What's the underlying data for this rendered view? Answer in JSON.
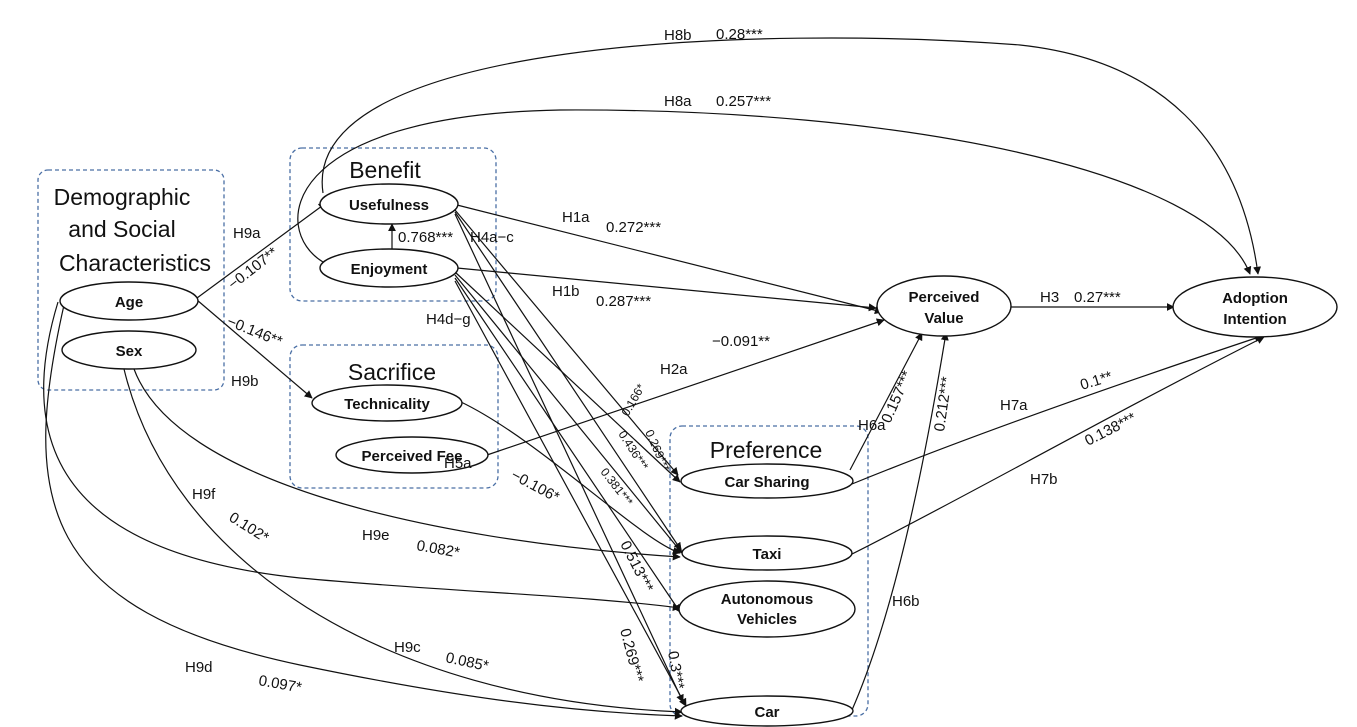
{
  "groups": {
    "benefit": "Benefit",
    "demographic_1": "Demographic",
    "demographic_2": "and Social",
    "demographic_3": "Characteristics",
    "sacrifice": "Sacrifice",
    "preference": "Preference"
  },
  "nodes": {
    "usefulness": "Usefulness",
    "enjoyment": "Enjoyment",
    "age": "Age",
    "sex": "Sex",
    "technicality": "Technicality",
    "perceived_fee": "Perceived Fee",
    "perceived_value_1": "Perceived",
    "perceived_value_2": "Value",
    "adoption_intention_1": "Adoption",
    "adoption_intention_2": "Intention",
    "car_sharing": "Car Sharing",
    "taxi": "Taxi",
    "autonomous_vehicles_1": "Autonomous",
    "autonomous_vehicles_2": "Vehicles",
    "car": "Car"
  },
  "paths": {
    "h8b": "H8b",
    "h8b_coef": "0.28***",
    "h8a": "H8a",
    "h8a_coef": "0.257***",
    "h1a": "H1a",
    "h1a_coef": "0.272***",
    "h1b": "H1b",
    "h1b_coef": "0.287***",
    "h2a": "H2a",
    "h2a_coef": "−0.091**",
    "h3": "H3",
    "h3_coef": "0.27***",
    "h4ac": "H4a−c",
    "h4dg": "H4d−g",
    "enj_use_coef": "0.768***",
    "h9a": "H9a",
    "h9a_coef": "−0.107**",
    "h9b": "H9b",
    "h9b_coef": "−0.146**",
    "h5a": "H5a",
    "h5a_coef": "−0.106*",
    "h6a": "H6a",
    "h6a_coef": "0.157***",
    "h6b": "H6b",
    "h6b_coef": "0.212***",
    "h7a": "H7a",
    "h7a_coef": "0.1**",
    "h7b": "H7b",
    "h7b_coef": "0.138***",
    "h9f": "H9f",
    "h9f_coef": "0.102*",
    "h9e": "H9e",
    "h9e_coef": "0.082*",
    "h9c": "H9c",
    "h9c_coef": "0.085*",
    "h9d": "H9d",
    "h9d_coef": "0.097*",
    "c_166": "0.166*",
    "c_436": "0.436***",
    "c_269a": "0.269***",
    "c_381": "0.381***",
    "c_513": "0.513***",
    "c_269b": "0.269***",
    "c_3": "0.3***"
  }
}
